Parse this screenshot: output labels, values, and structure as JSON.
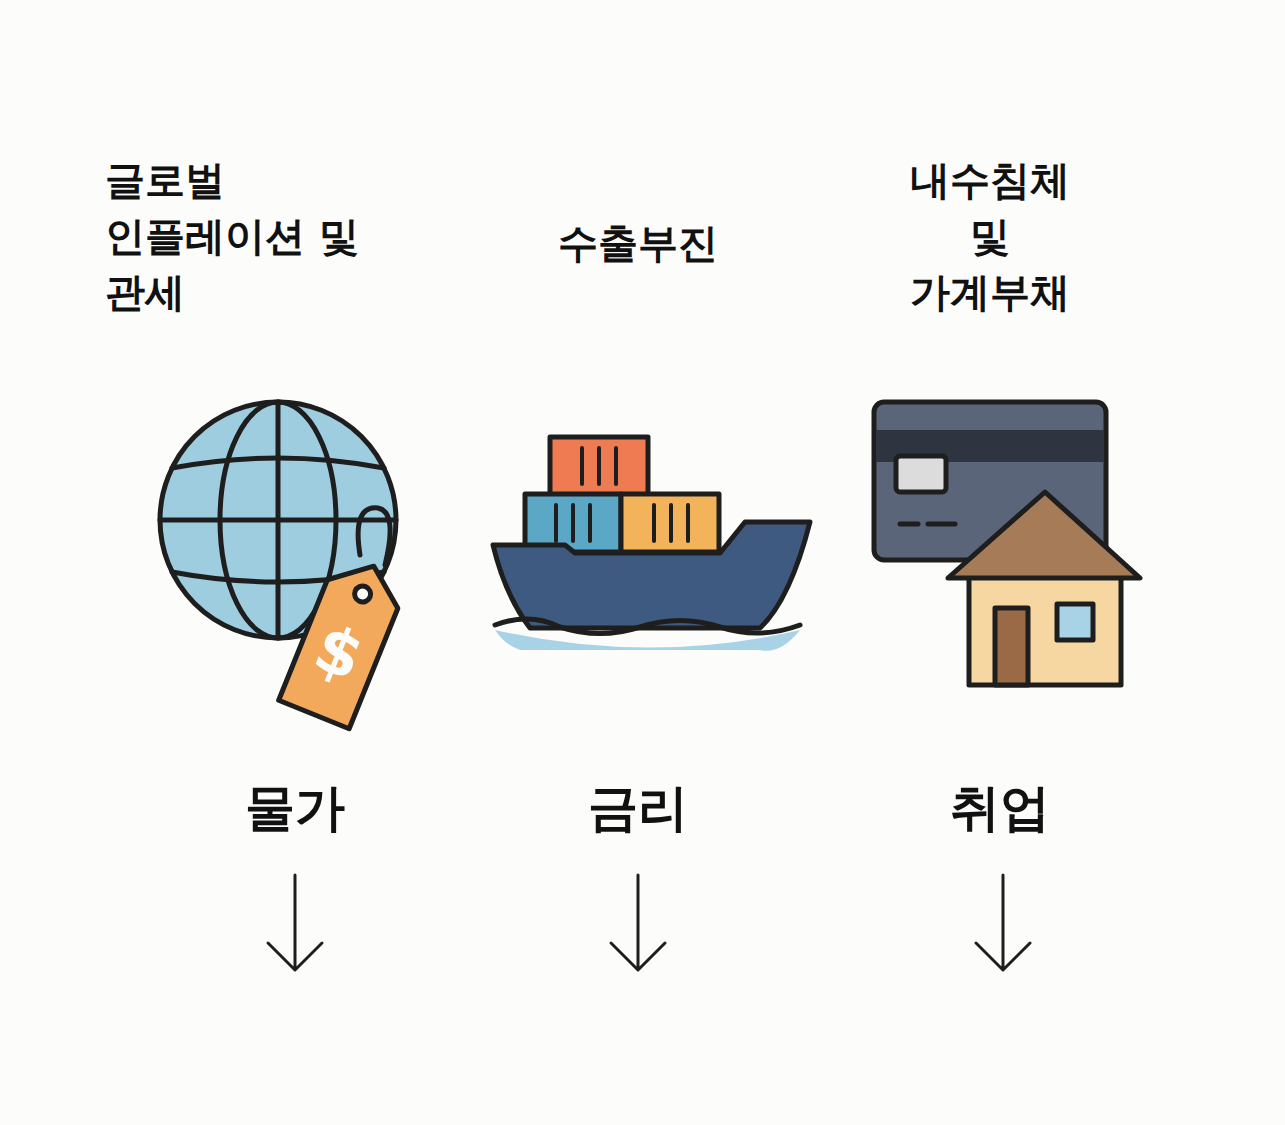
{
  "diagram": {
    "labels": [
      "글로벌 인플레이션 및 관세",
      "수출부진",
      "내수침체 및 가계부채",
      "물가",
      "금리",
      "취업"
    ]
  }
}
